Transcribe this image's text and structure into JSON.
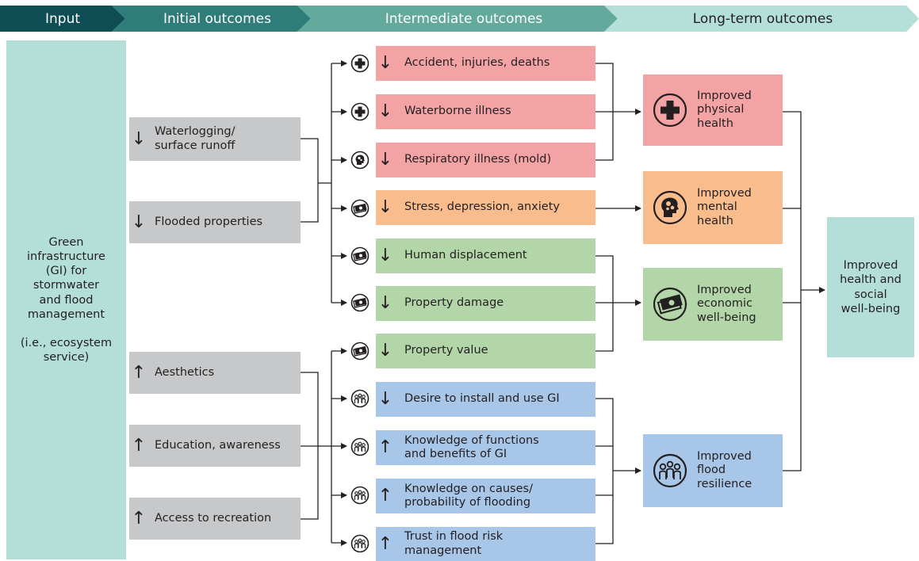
{
  "header": {
    "stages": [
      "Input",
      "Initial outcomes",
      "Intermediate outcomes",
      "Long-term outcomes"
    ]
  },
  "input": {
    "line1": "Green\ninfrastructure\n(GI) for\nstormwater\nand flood\nmanagement",
    "line2": "(i.e., ecosystem\nservice)"
  },
  "initial": [
    {
      "arrow": "↓",
      "label": "Waterlogging/\nsurface runoff"
    },
    {
      "arrow": "↓",
      "label": "Flooded properties"
    },
    {
      "arrow": "↑",
      "label": "Aesthetics"
    },
    {
      "arrow": "↑",
      "label": "Education, awareness"
    },
    {
      "arrow": "↑",
      "label": "Access to recreation"
    }
  ],
  "intermediate": [
    {
      "arrow": "↓",
      "label": "Accident, injuries, deaths",
      "icon": "cross-icon"
    },
    {
      "arrow": "↓",
      "label": "Waterborne illness",
      "icon": "cross-icon"
    },
    {
      "arrow": "↓",
      "label": "Respiratory illness (mold)",
      "icon": "head-gears-icon"
    },
    {
      "arrow": "↓",
      "label": "Stress, depression, anxiety",
      "icon": "money-icon"
    },
    {
      "arrow": "↓",
      "label": "Human displacement",
      "icon": "money-icon"
    },
    {
      "arrow": "↓",
      "label": "Property damage",
      "icon": "money-icon"
    },
    {
      "arrow": "↓",
      "label": "Property value",
      "icon": "money-icon"
    },
    {
      "arrow": "↓",
      "label": "Desire to install and use GI",
      "icon": "people-icon"
    },
    {
      "arrow": "↑",
      "label": "Knowledge of functions\nand benefits of GI",
      "icon": "people-icon"
    },
    {
      "arrow": "↑",
      "label": "Knowledge on causes/\nprobability of flooding",
      "icon": "people-icon"
    },
    {
      "arrow": "↑",
      "label": "Trust in flood risk\nmanagement",
      "icon": "people-icon"
    }
  ],
  "longterm": [
    {
      "label": "Improved\nphysical\nhealth",
      "icon": "cross-icon"
    },
    {
      "label": "Improved\nmental\nhealth",
      "icon": "head-gears-icon"
    },
    {
      "label": "Improved\neconomic\nwell-being",
      "icon": "money-icon"
    },
    {
      "label": "Improved\nflood\nresilience",
      "icon": "people-icon"
    }
  ],
  "final": {
    "label": "Improved\nhealth and\nsocial\nwell-being"
  },
  "colors": {
    "header_dark": "#0f4d55",
    "header_mid": "#2e7d7b",
    "header_light1": "#64aa9c",
    "header_light2": "#b5e0d9",
    "gray": "#c7c8ca",
    "red": "#f4a3a5",
    "orange": "#f9bc8c",
    "green": "#b3d6a9",
    "blue": "#a8c6e8",
    "teal": "#b4dfd9"
  }
}
